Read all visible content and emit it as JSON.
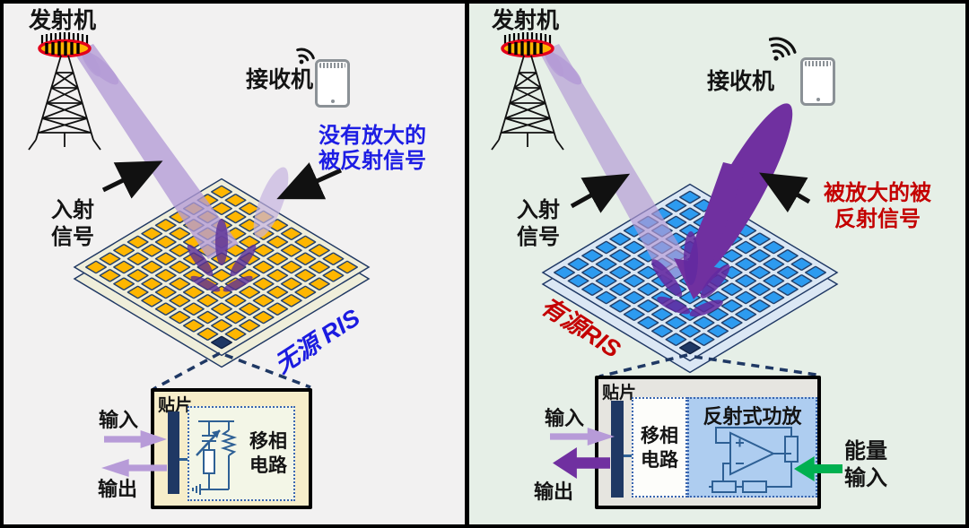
{
  "figure": {
    "grid": {
      "rows": 10,
      "cols": 10
    },
    "left_panel": {
      "transmitter": "发射机",
      "receiver": "接收机",
      "incident_line1": "入射",
      "incident_line2": "信号",
      "reflected_line1": "没有放大的",
      "reflected_line2": "被反射信号",
      "ris_label": "无源 RIS",
      "inset": {
        "patch": "贴片",
        "input": "输入",
        "output": "输出",
        "circuit_line1": "移相",
        "circuit_line2": "电路"
      }
    },
    "right_panel": {
      "transmitter": "发射机",
      "receiver": "接收机",
      "incident_line1": "入射",
      "incident_line2": "信号",
      "reflected_line1": "被放大的被",
      "reflected_line2": "反射信号",
      "ris_label": "有源RIS",
      "inset": {
        "patch": "贴片",
        "input": "输入",
        "output": "输出",
        "circuit_line1": "移相",
        "circuit_line2": "电路",
        "amp_label": "反射式功放",
        "energy_line1": "能量",
        "energy_line2": "输入"
      }
    },
    "colors": {
      "left_bg": "#f2f1f1",
      "right_bg": "#e6efe7",
      "passive_cell": "#ffb600",
      "active_cell": "#2d9bf0",
      "cell_border": "#1f3864",
      "beam_light": "#b49bd6",
      "beam_strong": "#7030a0",
      "annotation_blue": "#1d1de4",
      "annotation_red": "#c40000",
      "energy_green": "#00b050"
    }
  }
}
